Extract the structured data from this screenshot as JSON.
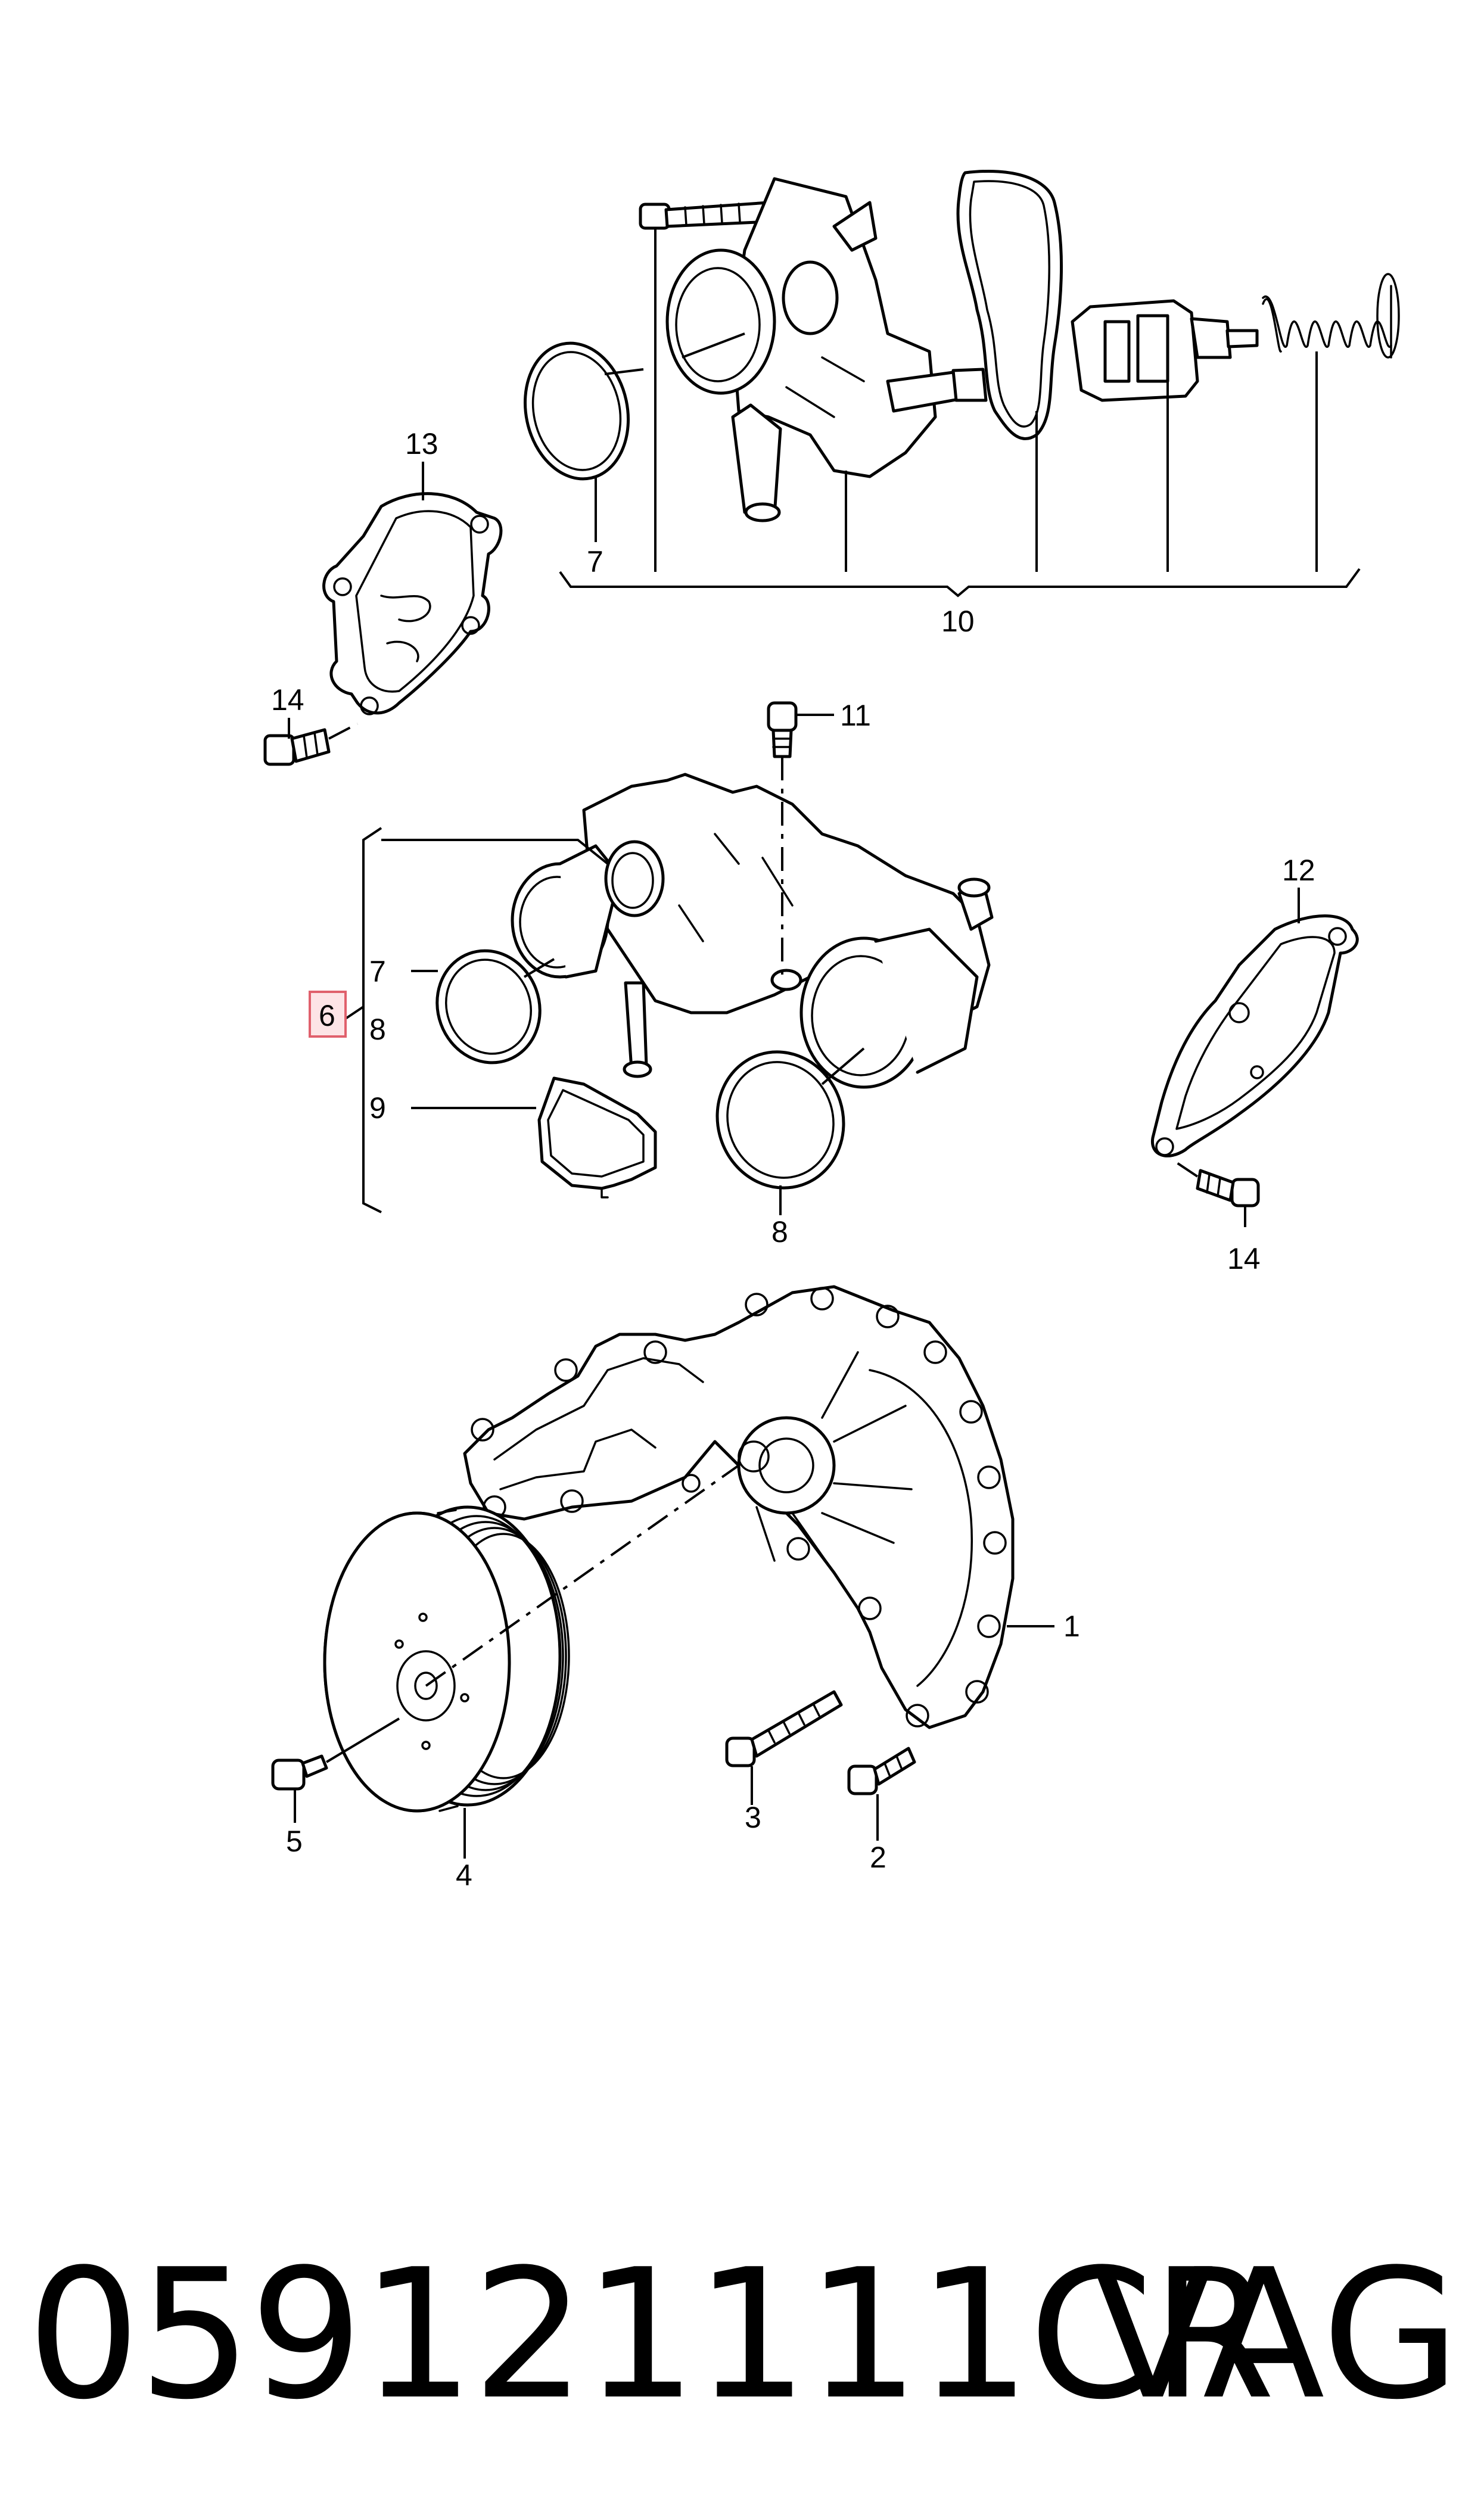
{
  "callouts": {
    "c1": "1",
    "c2": "2",
    "c3": "3",
    "c4": "4",
    "c5": "5",
    "c6": "6",
    "c7_top": "7",
    "c7_mid": "7",
    "c8_a": "8",
    "c8_b": "8",
    "c9": "9",
    "c10": "10",
    "c11": "11",
    "c12": "12",
    "c13": "13",
    "c14_left": "14",
    "c14_right": "14"
  },
  "highlight_color": "#e0606c",
  "footer": {
    "part_number": "059121111CR",
    "brand": "VAG"
  }
}
